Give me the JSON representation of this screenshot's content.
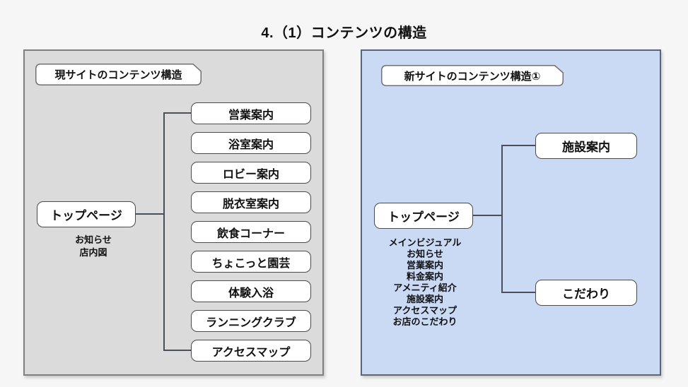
{
  "title": "4.（1）コンテンツの構造",
  "colors": {
    "page_bg": "#f6f6f6",
    "left_panel_bg": "#dbdbdb",
    "left_panel_border": "#7f7f7f",
    "right_panel_bg": "#cad9f4",
    "right_panel_border": "#5a6578",
    "node_bg": "#ffffff",
    "node_border": "#4a4a4a",
    "connector": "#4a4f58"
  },
  "left_panel": {
    "header": "現サイトのコンテンツ構造",
    "top_page": {
      "label": "トップページ",
      "children": [
        "お知らせ",
        "店内図"
      ]
    },
    "items": [
      "営業案内",
      "浴室案内",
      "ロビー案内",
      "脱衣室案内",
      "飲食コーナー",
      "ちょこっと園芸",
      "体験入浴",
      "ランニングクラブ",
      "アクセスマップ"
    ]
  },
  "right_panel": {
    "header": "新サイトのコンテンツ構造①",
    "top_page": {
      "label": "トップページ",
      "children": [
        "メインビジュアル",
        "お知らせ",
        "営業案内",
        "料金案内",
        "アメニティ紹介",
        "施設案内",
        "アクセスマップ",
        "お店のこだわり"
      ]
    },
    "items": [
      "施設案内",
      "こだわり"
    ]
  }
}
